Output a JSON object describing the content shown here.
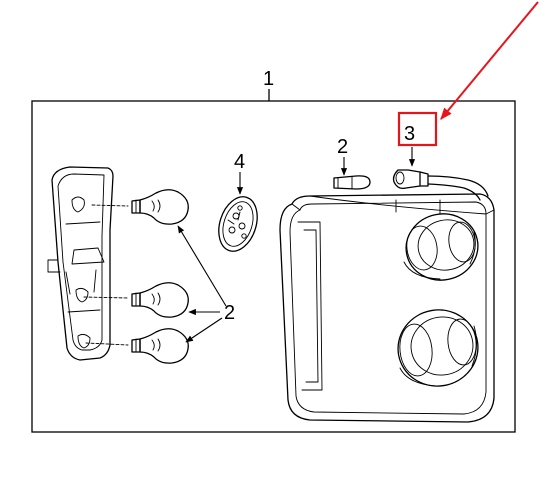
{
  "callouts": {
    "assembly": "1",
    "bulb_upper": "2",
    "bulbs_lower": "2",
    "socket": "3",
    "bulb_holder": "4"
  },
  "highlight_color": "#e8141c",
  "arrow_color": "#e8141c"
}
